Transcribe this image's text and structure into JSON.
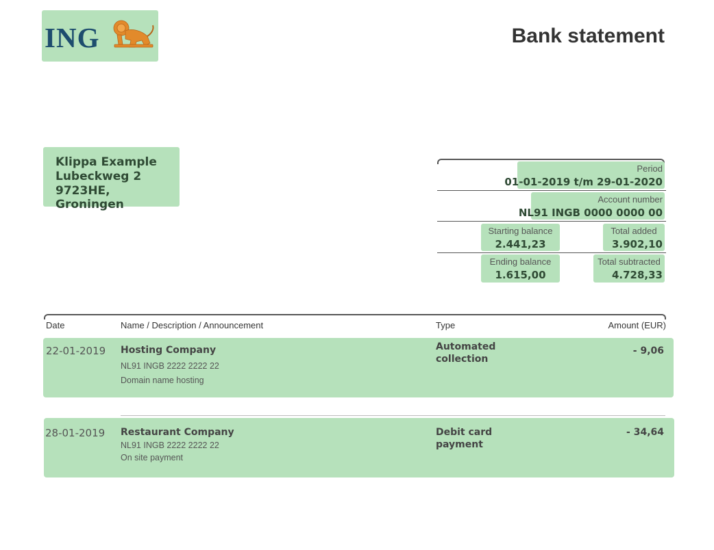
{
  "header": {
    "logo_text": "ING",
    "title": "Bank statement"
  },
  "customer": {
    "name": "Klippa Example",
    "street": "Lubeckweg 2",
    "city": "9723HE, Groningen"
  },
  "summary": {
    "period_label": "Period",
    "period_value": "01-01-2019 t/m 29-01-2020",
    "account_label": "Account number",
    "account_value": "NL91 INGB 0000 0000 00",
    "starting_balance_label": "Starting balance",
    "starting_balance_value": "2.441,23",
    "total_added_label": "Total added",
    "total_added_value": "3.902,10",
    "ending_balance_label": "Ending balance",
    "ending_balance_value": "1.615,00",
    "total_subtracted_label": "Total subtracted",
    "total_subtracted_value": "4.728,33"
  },
  "transactions": {
    "headers": {
      "date": "Date",
      "name": "Name / Description / Announcement",
      "type": "Type",
      "amount": "Amount (EUR)"
    },
    "rows": [
      {
        "date": "22-01-2019",
        "name": "Hosting Company",
        "iban": "NL91 INGB 2222 2222 22",
        "description": "Domain name hosting",
        "type": "Automated collection",
        "amount": "- 9,06"
      },
      {
        "date": "28-01-2019",
        "name": "Restaurant Company",
        "iban": "NL91 INGB 2222 2222 22",
        "description": "On site payment",
        "type": "Debit card payment",
        "amount": "- 34,64"
      }
    ]
  },
  "colors": {
    "highlight": "#b6e1bb",
    "logo_blue": "#1e4d6e",
    "lion_orange": "#e28a2b"
  }
}
